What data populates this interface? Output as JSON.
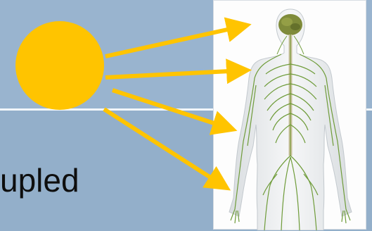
{
  "slide": {
    "text_fragment": "upled"
  },
  "colors": {
    "background_upper": "#99b4cf",
    "background_lower": "#93afca",
    "divider": "#f2f6fa",
    "sun": "#ffc400",
    "arrow": "#ffc400",
    "nerve": "#6f9c3a",
    "brain": "#7f8b3a",
    "text": "#0e0e0e"
  },
  "icons": {
    "sun": "sun-circle",
    "arrows": "arrow-right",
    "figure": "human-nervous-system"
  }
}
